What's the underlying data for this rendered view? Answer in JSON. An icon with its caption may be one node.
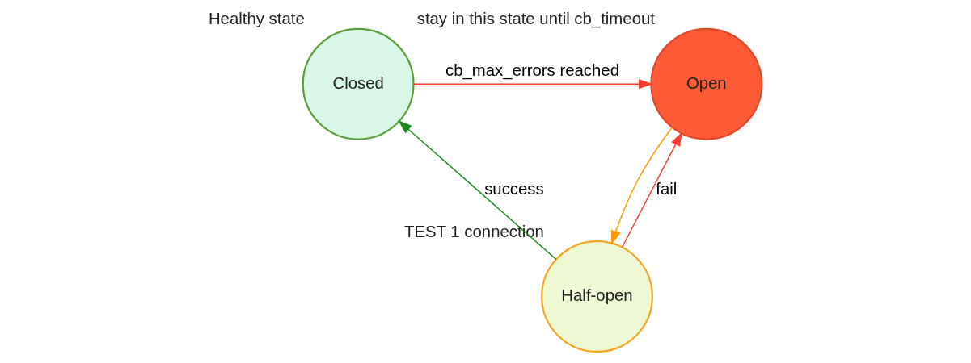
{
  "diagram": {
    "nodes": [
      {
        "text": [
          "Closed"
        ],
        "beside": [
          "Healthy state"
        ]
      },
      {
        "text": [
          "Open"
        ],
        "beside": [
          "stay in this state until cb_timeout"
        ]
      },
      {
        "text": [
          "Half-open"
        ],
        "beside": [
          "TEST 1 connection"
        ]
      }
    ],
    "edges": [
      {
        "from": 0,
        "to": 1,
        "arrow": "to",
        "label": "cb_max_errors reached",
        "color": "#ff3b2f"
      },
      {
        "from": 1,
        "to": 2,
        "arrow": "to",
        "color": "#ff9900"
      },
      {
        "from": 2,
        "to": 1,
        "arrow": "to",
        "label": "fail",
        "color": "#ff3b2f"
      },
      {
        "from": 2,
        "to": 0,
        "arrow": "to",
        "label": "success",
        "color": "#1a8a1a"
      }
    ]
  }
}
